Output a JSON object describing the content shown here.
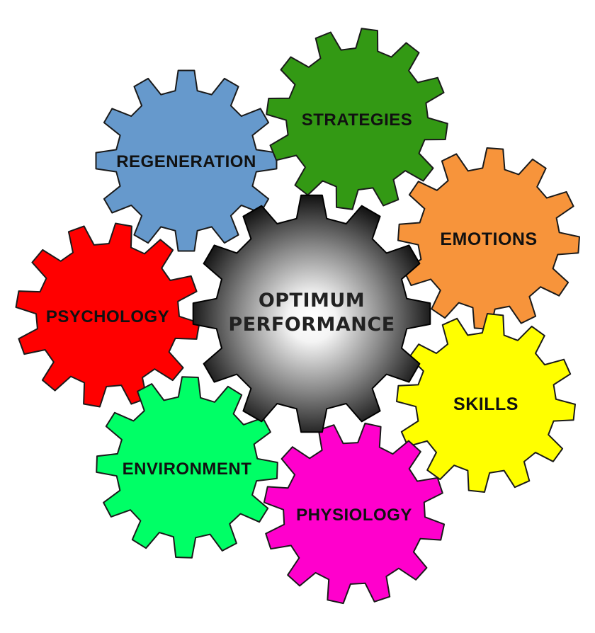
{
  "diagram": {
    "center": {
      "line1": "OPTIMUM",
      "line2": "PERFORMANCE",
      "shade_inner": "#ffffff",
      "shade_outer": "#000000"
    },
    "gears": [
      {
        "id": "regeneration",
        "label": "REGENERATION",
        "color": "#6699cc"
      },
      {
        "id": "strategies",
        "label": "STRATEGIES",
        "color": "#339914"
      },
      {
        "id": "emotions",
        "label": "EMOTIONS",
        "color": "#f7943b"
      },
      {
        "id": "psychology",
        "label": "PSYCHOLOGY",
        "color": "#ff0000"
      },
      {
        "id": "skills",
        "label": "SKILLS",
        "color": "#ffff00"
      },
      {
        "id": "environment",
        "label": "ENVIRONMENT",
        "color": "#00ff66"
      },
      {
        "id": "physiology",
        "label": "PHYSIOLOGY",
        "color": "#ff00cc"
      }
    ]
  }
}
